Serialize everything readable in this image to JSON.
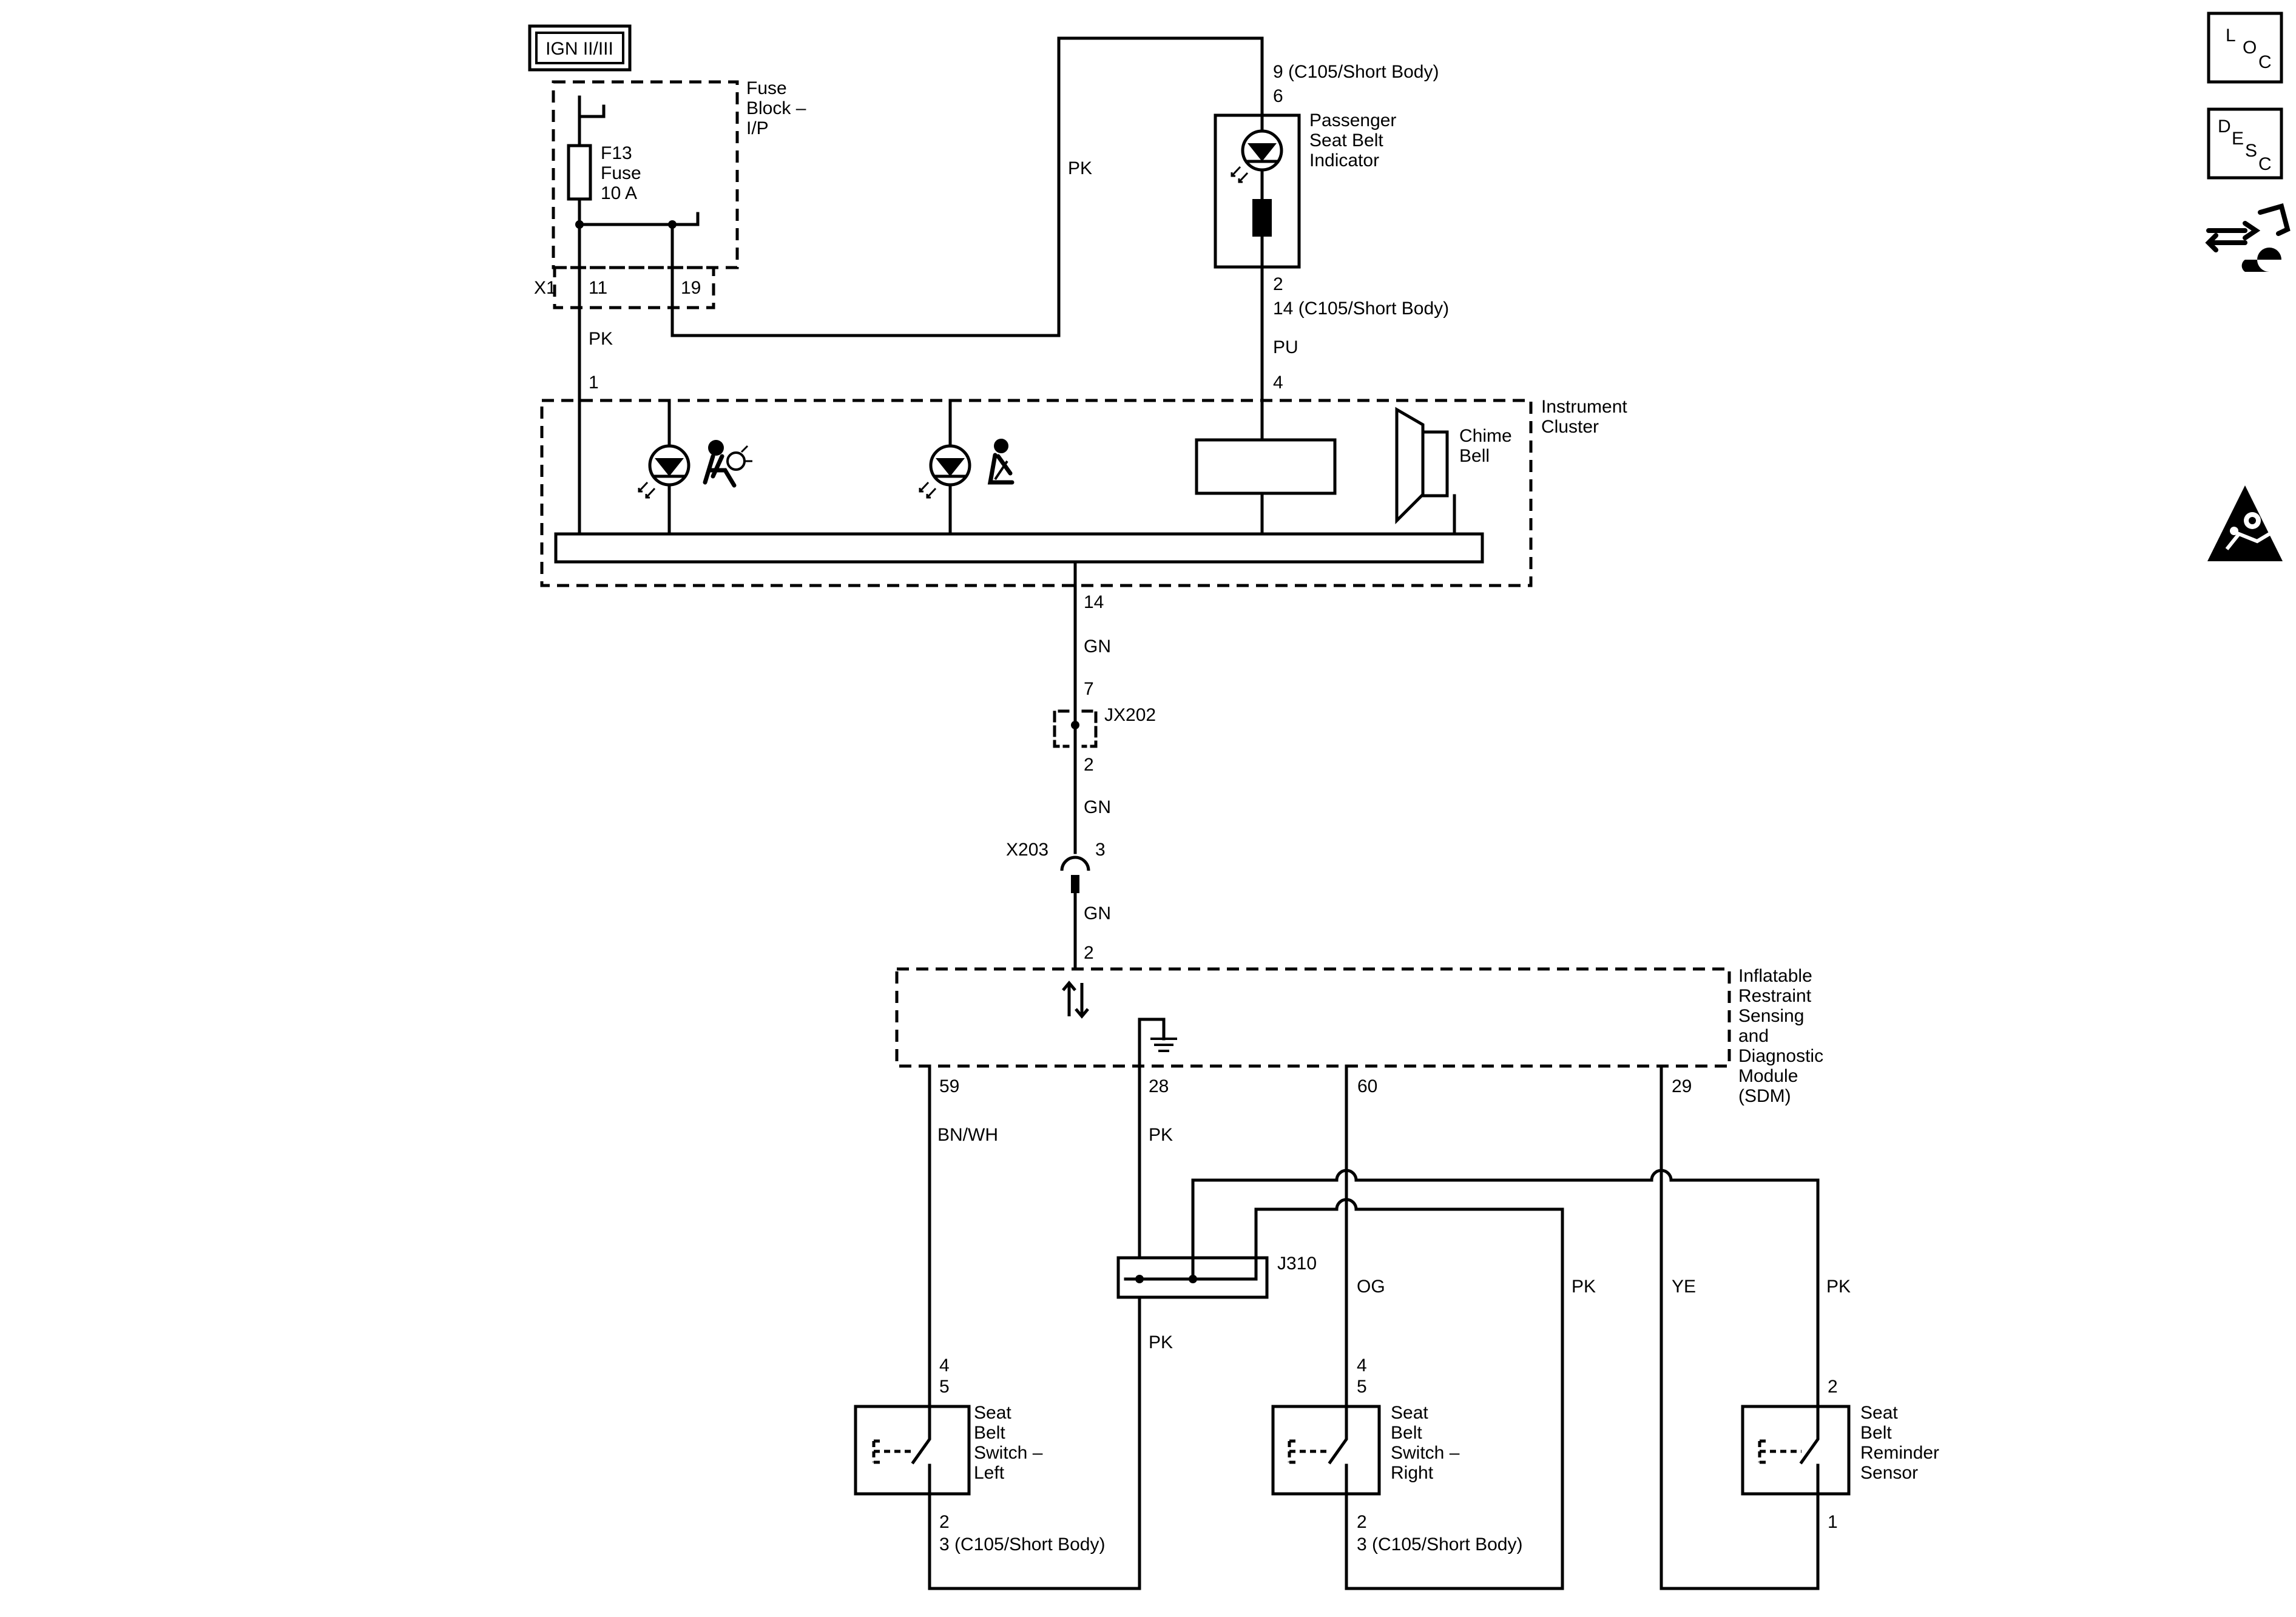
{
  "power": {
    "label": "IGN II/III"
  },
  "fuse_block": {
    "title_lines": [
      "Fuse",
      "Block –",
      "I/P"
    ],
    "fuse_lines": [
      "F13",
      "Fuse",
      "10 A"
    ],
    "connector": "X1",
    "pins": {
      "left": "11",
      "right": "19"
    }
  },
  "passenger_indicator": {
    "label_lines": [
      "Passenger",
      "Seat Belt",
      "Indicator"
    ],
    "top_pin_lines": [
      "9 (C105/Short Body)",
      "6"
    ],
    "bottom_pin_lines": [
      "2",
      "14 (C105/Short Body)"
    ]
  },
  "wires": {
    "pk_fuse_to_indicator": "PK",
    "pk_fuse_to_cluster": "PK",
    "pu_indicator_to_cluster": "PU",
    "gn_cluster_out": "GN",
    "gn_mid": "GN",
    "gn_to_sdm": "GN",
    "bnwh": "BN/WH",
    "pk_28": "PK",
    "pk_after_j310": "PK",
    "og": "OG",
    "pk_right_loop": "PK",
    "ye": "YE",
    "pk_reminder": "PK"
  },
  "instrument_cluster": {
    "label_lines": [
      "Instrument",
      "Cluster"
    ],
    "chime_lines": [
      "Chime",
      "Bell"
    ],
    "pin_in_left": "1",
    "pin_in_right": "4",
    "pin_out": "14"
  },
  "splice_jx202": {
    "label": "JX202",
    "pin_top": "7",
    "pin_bottom": "2"
  },
  "connector_x203": {
    "label": "X203",
    "pin": "3"
  },
  "sdm": {
    "label_lines": [
      "Inflatable",
      "Restraint",
      "Sensing",
      "and",
      "Diagnostic",
      "Module",
      "(SDM)"
    ],
    "pin_in": "2",
    "pins": [
      "59",
      "28",
      "60",
      "29"
    ]
  },
  "splice_j310": {
    "label": "J310"
  },
  "seat_belt_switch_left": {
    "label_lines": [
      "Seat",
      "Belt",
      "Switch –",
      "Left"
    ],
    "top_pins": [
      "4",
      "5"
    ],
    "bottom_pins": [
      "2",
      "3 (C105/Short Body)"
    ]
  },
  "seat_belt_switch_right": {
    "label_lines": [
      "Seat",
      "Belt",
      "Switch –",
      "Right"
    ],
    "top_pins": [
      "4",
      "5"
    ],
    "bottom_pins": [
      "2",
      "3 (C105/Short Body)"
    ]
  },
  "seat_belt_reminder_sensor": {
    "label_lines": [
      "Seat",
      "Belt",
      "Reminder",
      "Sensor"
    ],
    "top_pin": "2",
    "bottom_pin": "1"
  },
  "side_icons": {
    "loc_letters": [
      "L",
      "O",
      "C"
    ],
    "desc_letters": [
      "D",
      "E",
      "S",
      "C"
    ],
    "icons": [
      "location-icon",
      "description-icon",
      "connector-repair-icon",
      "airbag-warning-icon"
    ]
  }
}
